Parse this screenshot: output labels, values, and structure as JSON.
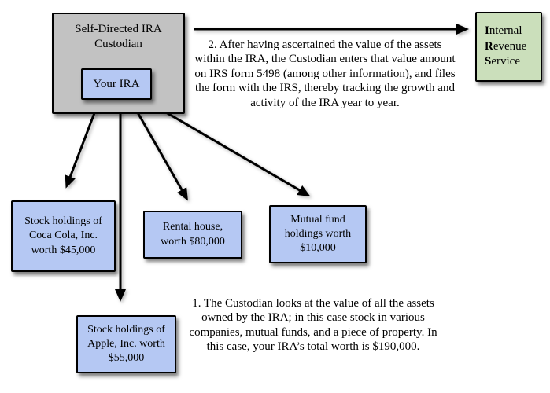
{
  "colors": {
    "gray_box": "#c2c2c2",
    "blue_box": "#b5c8f3",
    "green_box": "#cbdfbb",
    "box_border": "#000000",
    "arrow": "#000000",
    "text": "#000000",
    "background": "#ffffff"
  },
  "custodian": {
    "title": "Self-Directed IRA Custodian",
    "inner_label": "Your IRA"
  },
  "irs": {
    "lines": [
      {
        "initial": "I",
        "rest": "nternal"
      },
      {
        "initial": "R",
        "rest": "evenue"
      },
      {
        "initial": "S",
        "rest": "ervice"
      }
    ]
  },
  "assets": [
    {
      "label": "Stock holdings of Coca Cola, Inc. worth $45,000"
    },
    {
      "label": "Rental house, worth $80,000"
    },
    {
      "label": "Mutual fund holdings worth $10,000"
    },
    {
      "label": "Stock holdings of Apple, Inc. worth $55,000"
    }
  ],
  "notes": {
    "step2": "2.  After having ascertained the value of the assets within the IRA, the Custodian enters that value amount on IRS form 5498 (among other information), and files the form with the IRS, thereby tracking the growth and activity of the IRA year to year.",
    "step1": "1.  The Custodian looks at the value of all the assets owned by the IRA; in this case stock in various companies, mutual funds, and a piece of property.  In this case, your IRA’s total worth is $190,000."
  }
}
